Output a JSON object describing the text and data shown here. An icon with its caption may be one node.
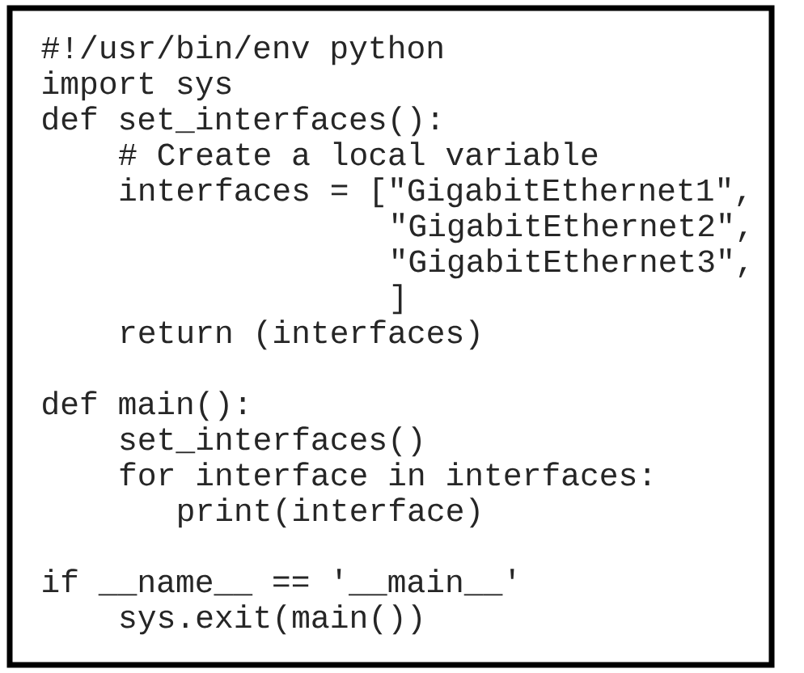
{
  "diagram": {
    "labels": [
      "#!/usr/bin/env python",
      "import sys",
      "def set_interfaces():",
      "# Create a local variable",
      "interfaces = [\"GigabitEthernet1\",",
      "\"GigabitEthernet2\",",
      "\"GigabitEthernet3\",",
      "]",
      "return (interfaces)",
      "def main():",
      "set_interfaces()",
      "for interface in interfaces:",
      "print(interface)",
      "if __name__ == '__main__'",
      "sys.exit(main())"
    ]
  }
}
